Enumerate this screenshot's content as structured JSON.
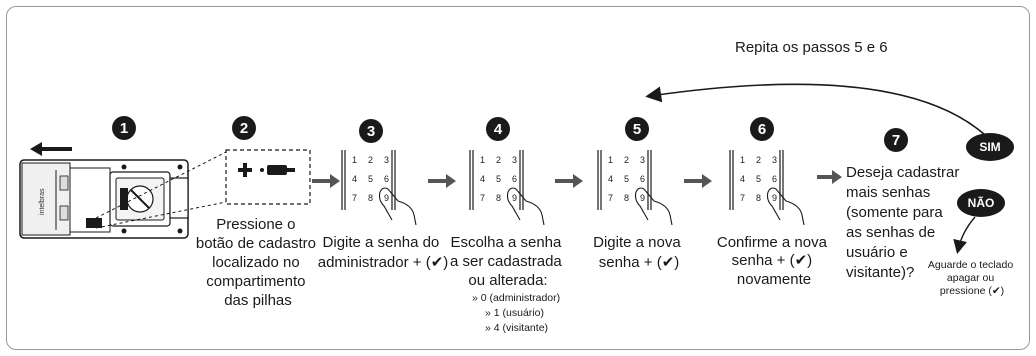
{
  "loop_label": "Repita os passos 5 e 6",
  "brand": "intelbras",
  "keys": [
    "1",
    "2",
    "3",
    "4",
    "5",
    "6",
    "7",
    "8",
    "9"
  ],
  "steps": [
    {
      "number": "1"
    },
    {
      "number": "2",
      "lines": [
        "Pressione o",
        "botão de cadastro",
        "localizado no",
        "compartimento",
        "das pilhas"
      ]
    },
    {
      "number": "3",
      "lines": [
        "Digite a senha do",
        "administrador + (✔)"
      ]
    },
    {
      "number": "4",
      "lines": [
        "Escolha a senha",
        "a ser cadastrada",
        "ou alterada:"
      ],
      "options": [
        "» 0 (administrador)",
        "» 1 (usuário)",
        "» 4 (visitante)"
      ]
    },
    {
      "number": "5",
      "lines": [
        "Digite a nova",
        "senha + (✔)"
      ]
    },
    {
      "number": "6",
      "lines": [
        "Confirme a nova",
        "senha + (✔)",
        "novamente"
      ]
    },
    {
      "number": "7",
      "lines": [
        "Deseja cadastrar",
        "mais senhas",
        "(somente para",
        "as senhas de",
        "usuário e",
        "visitante)?"
      ]
    }
  ],
  "yes_label": "SIM",
  "no_label": "NÃO",
  "no_lines": [
    "Aguarde o teclado",
    "apagar ou",
    "pressione (✔)"
  ],
  "colors": {
    "badge": "#1a1a1a",
    "arrow": "#555555",
    "line": "#1a1a1a"
  }
}
